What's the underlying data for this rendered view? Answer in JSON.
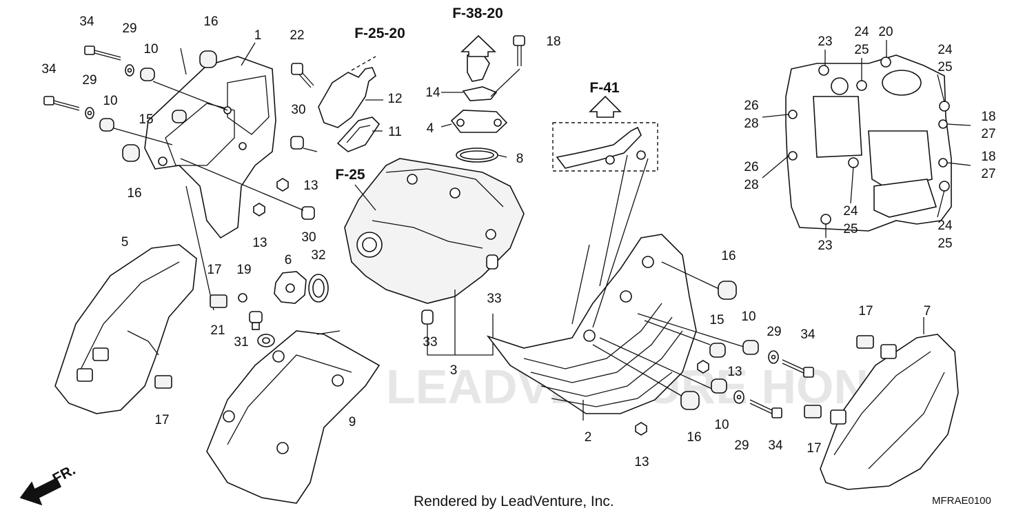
{
  "callouts": {
    "p1": "1",
    "p2": "2",
    "p3": "3",
    "p4": "4",
    "p5": "5",
    "p6": "6",
    "p7": "7",
    "p8": "8",
    "p9": "9",
    "p10": "10",
    "p11": "11",
    "p12": "12",
    "p13": "13",
    "p14": "14",
    "p15": "15",
    "p16": "16",
    "p17": "17",
    "p18": "18",
    "p19": "19",
    "p20": "20",
    "p21": "21",
    "p22": "22",
    "p23": "23",
    "p24": "24",
    "p25": "25",
    "p26": "26",
    "p27": "27",
    "p28": "28",
    "p29": "29",
    "p30": "30",
    "p31": "31",
    "p32": "32",
    "p33": "33",
    "p34": "34"
  },
  "refs": {
    "f25_20": "F-25-20",
    "f38_20": "F-38-20",
    "f41": "F-41",
    "f25": "F-25"
  },
  "front_marker": "FR.",
  "watermark": "LEADVENTURE HONDA",
  "footer": {
    "credit": "Rendered by LeadVenture, Inc.",
    "diagram_code": "MFRAE0100"
  }
}
